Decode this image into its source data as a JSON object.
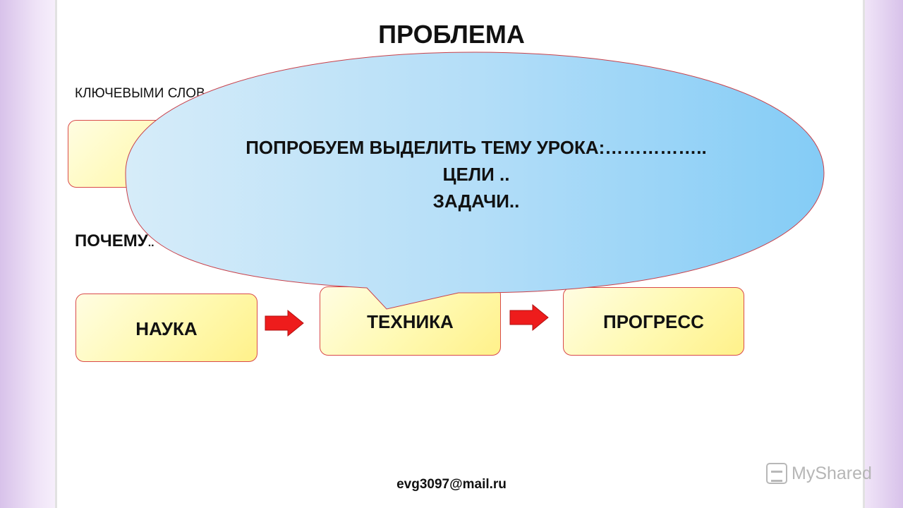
{
  "slide": {
    "title": "ПРОБЛЕМА",
    "keywords_label": "КЛЮЧЕВЫМИ СЛОВ",
    "why_label": "ПОЧЕМУ",
    "why_suffix": "..",
    "chain": {
      "science": "НАУКА",
      "technology": "ТЕХНИКА",
      "progress": "ПРОГРЕСС"
    },
    "bubble": {
      "line1": "ПОПРОБУЕМ  ВЫДЕЛИТЬ ТЕМУ УРОКА:……………..",
      "line2": "ЦЕЛИ ..",
      "line3": "ЗАДАЧИ.."
    },
    "email": "evg3097@mail.ru"
  },
  "watermark": {
    "text": "MyShared"
  },
  "colors": {
    "box_border": "#d94a4a",
    "box_fill": "#fff9b0",
    "bubble_light": "#cde8f8",
    "bubble_dark": "#84ccf6",
    "bubble_border": "#c8404a",
    "arrow": "#ee1c1c",
    "side_lilac": "#d8c2ea"
  }
}
